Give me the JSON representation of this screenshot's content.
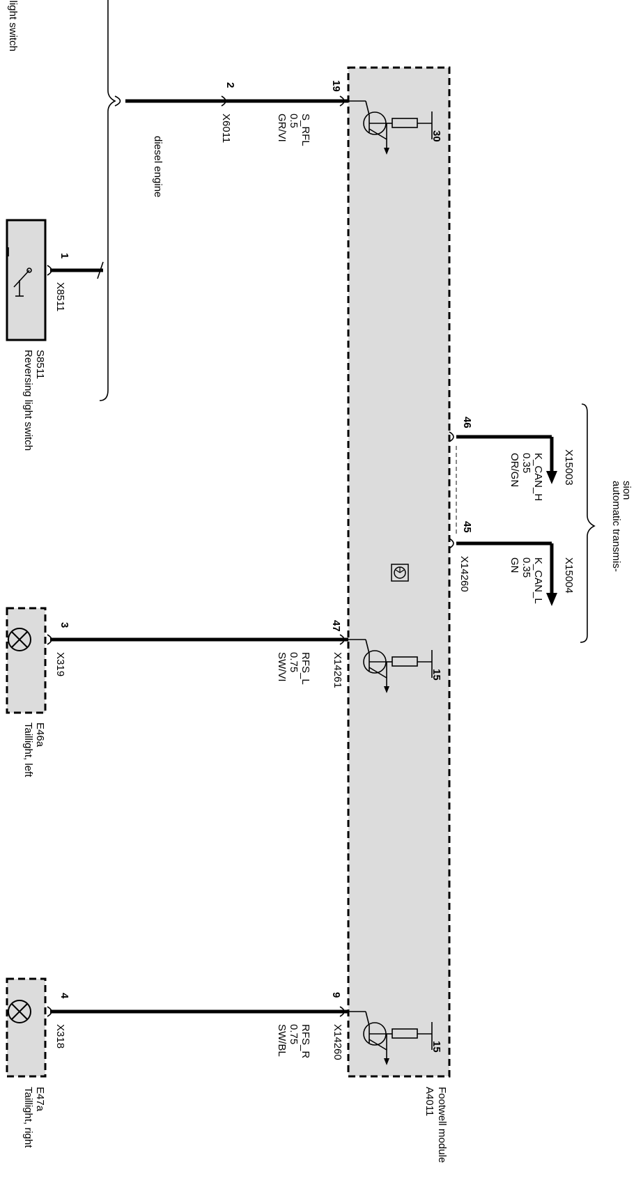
{
  "module": {
    "id": "A4011",
    "name": "Footwell module"
  },
  "top_switch": {
    "label": "g light switch"
  },
  "diesel": {
    "connector": "X6011",
    "pin_module": "19",
    "pin_left": "2",
    "signal": "S_RFL",
    "size": "0.5",
    "color": "GR/VI",
    "note": "diesel engine"
  },
  "reversing": {
    "connector": "X8511",
    "pin": "1",
    "id": "S8511",
    "name": "Reversing light switch"
  },
  "can": {
    "note_line1": "automatic transmis-",
    "note_line2": "sion",
    "high": {
      "pin": "46",
      "connector": "X15003",
      "signal": "K_CAN_H",
      "size": "0.35",
      "color": "OR/GN"
    },
    "low": {
      "pin": "45",
      "connector_module": "X14260",
      "connector": "X15004",
      "signal": "K_CAN_L",
      "size": "0.35",
      "color": "GN"
    }
  },
  "tail_left": {
    "pin_module": "47",
    "connector_module": "X14261",
    "signal": "RFS_L",
    "size": "0.75",
    "color": "SW/VI",
    "pin_lamp": "3",
    "connector_lamp": "X319",
    "id": "E46a",
    "name": "Taillight, left",
    "ground": "15"
  },
  "tail_right": {
    "pin_module": "9",
    "connector_module": "X14260",
    "signal": "RFS_R",
    "size": "0.75",
    "color": "SW/BL",
    "pin_lamp": "4",
    "connector_lamp": "X318",
    "id": "E47a",
    "name": "Taillight, right",
    "ground": "15"
  },
  "top_ground": "30"
}
